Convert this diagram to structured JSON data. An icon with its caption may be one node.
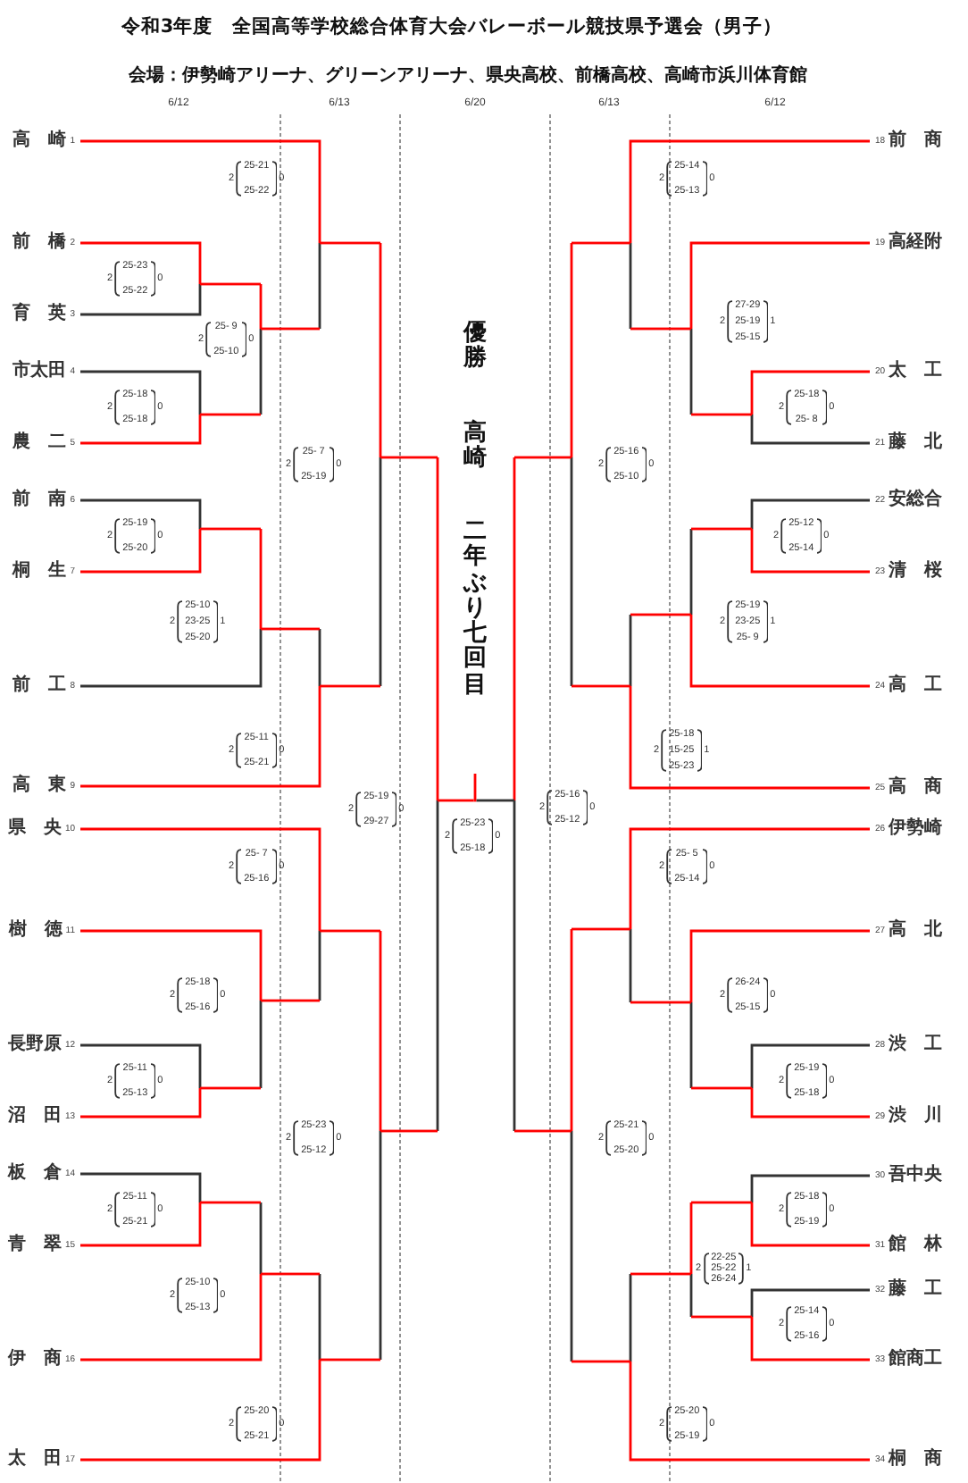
{
  "diagram": {
    "title": "令和3年度　全国高等学校総合体育大会バレーボール競技県予選会（男子）",
    "nodes": [
      {
        "text": [
          "高崎"
        ],
        "beside": [
          "1"
        ]
      },
      {
        "text": [
          "前橋"
        ],
        "beside": [
          "2"
        ]
      },
      {
        "text": [
          "育英"
        ],
        "beside": [
          "3"
        ]
      },
      {
        "text": [
          "市太田"
        ],
        "beside": [
          "4"
        ]
      },
      {
        "text": [
          "農二"
        ],
        "beside": [
          "5"
        ]
      },
      {
        "text": [
          "前南"
        ],
        "beside": [
          "6"
        ]
      },
      {
        "text": [
          "桐生"
        ],
        "beside": [
          "7"
        ]
      },
      {
        "text": [
          "前工"
        ],
        "beside": [
          "8"
        ]
      },
      {
        "text": [
          "高東"
        ],
        "beside": [
          "9"
        ]
      },
      {
        "text": [
          "県央"
        ],
        "beside": [
          "10"
        ]
      },
      {
        "text": [
          "樹徳"
        ],
        "beside": [
          "11"
        ]
      },
      {
        "text": [
          "長野原"
        ],
        "beside": [
          "12"
        ]
      },
      {
        "text": [
          "沼田"
        ],
        "beside": [
          "13"
        ]
      },
      {
        "text": [
          "板倉"
        ],
        "beside": [
          "14"
        ]
      },
      {
        "text": [
          "青翠"
        ],
        "beside": [
          "15"
        ]
      },
      {
        "text": [
          "伊商"
        ],
        "beside": [
          "16"
        ]
      },
      {
        "text": [
          "太田"
        ],
        "beside": [
          "17"
        ]
      },
      {
        "text": [
          "前商"
        ],
        "beside": [
          "18"
        ]
      },
      {
        "text": [
          "高経附"
        ],
        "beside": [
          "19"
        ]
      },
      {
        "text": [
          "太工"
        ],
        "beside": [
          "20"
        ]
      },
      {
        "text": [
          "藤北"
        ],
        "beside": [
          "21"
        ]
      },
      {
        "text": [
          "安総合"
        ],
        "beside": [
          "22"
        ]
      },
      {
        "text": [
          "清桜"
        ],
        "beside": [
          "23"
        ]
      },
      {
        "text": [
          "高工"
        ],
        "beside": [
          "24"
        ]
      },
      {
        "text": [
          "高商"
        ],
        "beside": [
          "25"
        ]
      },
      {
        "text": [
          "伊勢崎"
        ],
        "beside": [
          "26"
        ]
      },
      {
        "text": [
          "高北"
        ],
        "beside": [
          "27"
        ]
      },
      {
        "text": [
          "渋工"
        ],
        "beside": [
          "28"
        ]
      },
      {
        "text": [
          "渋川"
        ],
        "beside": [
          "29"
        ]
      },
      {
        "text": [
          "吾中央"
        ],
        "beside": [
          "30"
        ]
      },
      {
        "text": [
          "館林"
        ],
        "beside": [
          "31"
        ]
      },
      {
        "text": [
          "藤工"
        ],
        "beside": [
          "32"
        ]
      },
      {
        "text": [
          "館商工"
        ],
        "beside": [
          "33"
        ]
      },
      {
        "text": [
          "桐商"
        ],
        "beside": [
          "34"
        ]
      },
      {
        "text": [],
        "shape": "bar",
        "beside": [
          "2",
          "25-23",
          "25-22",
          "0"
        ]
      },
      {
        "text": [],
        "shape": "bar",
        "beside": [
          "2",
          "25-18",
          "25-18",
          "0"
        ]
      },
      {
        "text": [],
        "shape": "bar",
        "beside": [
          "2",
          "25-19",
          "25-20",
          "0"
        ]
      },
      {
        "text": [],
        "shape": "bar",
        "beside": [
          "2",
          "25-11",
          "25-13",
          "0"
        ]
      },
      {
        "text": [],
        "shape": "bar",
        "beside": [
          "2",
          "25-11",
          "25-21",
          "0"
        ]
      },
      {
        "text": [],
        "shape": "bar",
        "beside": [
          "2",
          "25- 9",
          "25-10",
          "0"
        ]
      },
      {
        "text": [],
        "shape": "bar",
        "beside": [
          "2",
          "25-10",
          "23-25",
          "25-20",
          "1"
        ]
      },
      {
        "text": [],
        "shape": "bar",
        "beside": [
          "2",
          "25-18",
          "25-16",
          "0"
        ]
      },
      {
        "text": [],
        "shape": "bar",
        "beside": [
          "2",
          "25-10",
          "25-13",
          "0"
        ]
      },
      {
        "text": [],
        "shape": "bar",
        "beside": [
          "2",
          "25-21",
          "25-22",
          "0"
        ]
      },
      {
        "text": [],
        "shape": "bar",
        "beside": [
          "2",
          "25-11",
          "25-21",
          "0"
        ]
      },
      {
        "text": [],
        "shape": "bar",
        "beside": [
          "2",
          "25- 7",
          "25-16",
          "0"
        ]
      },
      {
        "text": [],
        "shape": "bar",
        "beside": [
          "2",
          "25-20",
          "25-21",
          "0"
        ]
      },
      {
        "text": [],
        "shape": "bar",
        "beside": [
          "2",
          "25- 7",
          "25-19",
          "0"
        ]
      },
      {
        "text": [],
        "shape": "bar",
        "beside": [
          "2",
          "25-23",
          "25-12",
          "0"
        ]
      },
      {
        "text": [],
        "shape": "bar",
        "beside": [
          "2",
          "25-19",
          "29-27",
          "0"
        ]
      },
      {
        "text": [],
        "shape": "bar",
        "beside": [
          "2",
          "25-23",
          "25-18",
          "0"
        ]
      },
      {
        "text": [],
        "shape": "bar",
        "beside": [
          "2",
          "25-16",
          "25-12",
          "0"
        ]
      },
      {
        "text": [],
        "shape": "bar",
        "beside": [
          "2",
          "25-16",
          "25-10",
          "0"
        ]
      },
      {
        "text": [],
        "shape": "bar",
        "beside": [
          "2",
          "25-21",
          "25-20",
          "0"
        ]
      },
      {
        "text": [],
        "shape": "bar",
        "beside": [
          "2",
          "25-14",
          "25-13",
          "0"
        ]
      },
      {
        "text": [],
        "shape": "bar",
        "beside": [
          "2",
          "25-18",
          "15-25",
          "25-23",
          "1"
        ]
      },
      {
        "text": [],
        "shape": "bar",
        "beside": [
          "2",
          "25- 5",
          "25-14",
          "0"
        ]
      },
      {
        "text": [],
        "shape": "bar",
        "beside": [
          "2",
          "25-20",
          "25-19",
          "0"
        ]
      },
      {
        "text": [],
        "shape": "bar",
        "beside": [
          "2",
          "27-29",
          "25-19",
          "25-15",
          "1"
        ]
      },
      {
        "text": [],
        "shape": "bar",
        "beside": [
          "2",
          "25-19",
          "23-25",
          "25- 9",
          "1"
        ]
      },
      {
        "text": [],
        "shape": "bar",
        "beside": [
          "2",
          "26-24",
          "25-15",
          "0"
        ]
      },
      {
        "text": [],
        "shape": "bar",
        "beside": [
          "2",
          "22-25",
          "25-22",
          "26-24",
          "1"
        ]
      },
      {
        "text": [],
        "shape": "bar",
        "beside": [
          "2",
          "25-18",
          "25- 8",
          "0"
        ]
      },
      {
        "text": [],
        "shape": "bar",
        "beside": [
          "2",
          "25-12",
          "25-14",
          "0"
        ]
      },
      {
        "text": [],
        "shape": "bar",
        "beside": [
          "2",
          "25-19",
          "25-18",
          "0"
        ]
      },
      {
        "text": [],
        "shape": "bar",
        "beside": [
          "2",
          "25-18",
          "25-19",
          "0"
        ]
      },
      {
        "text": [],
        "shape": "bar",
        "beside": [
          "2",
          "25-14",
          "25-16",
          "0"
        ]
      }
    ],
    "edges": [
      {
        "from": 1,
        "to": 34,
        "arrow": "none",
        "color": "#ff0000"
      },
      {
        "from": 2,
        "to": 34,
        "arrow": "none",
        "color": "#333333"
      },
      {
        "from": 3,
        "to": 35,
        "arrow": "none",
        "color": "#333333"
      },
      {
        "from": 4,
        "to": 35,
        "arrow": "none",
        "color": "#ff0000"
      },
      {
        "from": 5,
        "to": 36,
        "arrow": "none",
        "color": "#333333"
      },
      {
        "from": 6,
        "to": 36,
        "arrow": "none",
        "color": "#ff0000"
      },
      {
        "from": 11,
        "to": 37,
        "arrow": "none",
        "color": "#333333"
      },
      {
        "from": 12,
        "to": 37,
        "arrow": "none",
        "color": "#ff0000"
      },
      {
        "from": 13,
        "to": 38,
        "arrow": "none",
        "color": "#333333"
      },
      {
        "from": 14,
        "to": 38,
        "arrow": "none",
        "color": "#ff0000"
      },
      {
        "from": 34,
        "to": 39,
        "arrow": "none",
        "color": "#ff0000"
      },
      {
        "from": 35,
        "to": 39,
        "arrow": "none",
        "color": "#333333"
      },
      {
        "from": 36,
        "to": 40,
        "arrow": "none",
        "color": "#ff0000"
      },
      {
        "from": 7,
        "to": 40,
        "arrow": "none",
        "color": "#333333"
      },
      {
        "from": 10,
        "to": 41,
        "arrow": "none",
        "color": "#ff0000"
      },
      {
        "from": 37,
        "to": 41,
        "arrow": "none",
        "color": "#333333"
      },
      {
        "from": 38,
        "to": 42,
        "arrow": "none",
        "color": "#333333"
      },
      {
        "from": 15,
        "to": 42,
        "arrow": "none",
        "color": "#ff0000"
      },
      {
        "from": 0,
        "to": 43,
        "arrow": "none",
        "color": "#ff0000"
      },
      {
        "from": 39,
        "to": 43,
        "arrow": "none",
        "color": "#333333"
      },
      {
        "from": 40,
        "to": 44,
        "arrow": "none",
        "color": "#333333"
      },
      {
        "from": 8,
        "to": 44,
        "arrow": "none",
        "color": "#ff0000"
      },
      {
        "from": 9,
        "to": 45,
        "arrow": "none",
        "color": "#ff0000"
      },
      {
        "from": 41,
        "to": 45,
        "arrow": "none",
        "color": "#333333"
      },
      {
        "from": 42,
        "to": 46,
        "arrow": "none",
        "color": "#333333"
      },
      {
        "from": 16,
        "to": 46,
        "arrow": "none",
        "color": "#ff0000"
      },
      {
        "from": 43,
        "to": 47,
        "arrow": "none",
        "color": "#ff0000"
      },
      {
        "from": 44,
        "to": 47,
        "arrow": "none",
        "color": "#333333"
      },
      {
        "from": 45,
        "to": 48,
        "arrow": "none",
        "color": "#ff0000"
      },
      {
        "from": 46,
        "to": 48,
        "arrow": "none",
        "color": "#333333"
      },
      {
        "from": 47,
        "to": 49,
        "arrow": "none",
        "color": "#ff0000"
      },
      {
        "from": 48,
        "to": 49,
        "arrow": "none",
        "color": "#333333"
      },
      {
        "from": 49,
        "to": 50,
        "arrow": "none",
        "color": "#ff0000"
      },
      {
        "from": 51,
        "to": 50,
        "arrow": "none",
        "color": "#333333"
      },
      {
        "from": 52,
        "to": 51,
        "arrow": "none",
        "color": "#ff0000"
      },
      {
        "from": 53,
        "to": 51,
        "arrow": "none",
        "color": "#333333"
      },
      {
        "from": 54,
        "to": 52,
        "arrow": "none",
        "color": "#ff0000"
      },
      {
        "from": 55,
        "to": 52,
        "arrow": "none",
        "color": "#333333"
      },
      {
        "from": 56,
        "to": 53,
        "arrow": "none",
        "color": "#ff0000"
      },
      {
        "from": 57,
        "to": 53,
        "arrow": "none",
        "color": "#333333"
      },
      {
        "from": 17,
        "to": 54,
        "arrow": "none",
        "color": "#ff0000"
      },
      {
        "from": 58,
        "to": 54,
        "arrow": "none",
        "color": "#333333"
      },
      {
        "from": 59,
        "to": 55,
        "arrow": "none",
        "color": "#333333"
      },
      {
        "from": 24,
        "to": 55,
        "arrow": "none",
        "color": "#ff0000"
      },
      {
        "from": 25,
        "to": 56,
        "arrow": "none",
        "color": "#ff0000"
      },
      {
        "from": 60,
        "to": 56,
        "arrow": "none",
        "color": "#333333"
      },
      {
        "from": 61,
        "to": 57,
        "arrow": "none",
        "color": "#333333"
      },
      {
        "from": 33,
        "to": 57,
        "arrow": "none",
        "color": "#ff0000"
      },
      {
        "from": 18,
        "to": 58,
        "arrow": "none",
        "color": "#ff0000"
      },
      {
        "from": 62,
        "to": 58,
        "arrow": "none",
        "color": "#333333"
      },
      {
        "from": 63,
        "to": 59,
        "arrow": "none",
        "color": "#333333"
      },
      {
        "from": 23,
        "to": 59,
        "arrow": "none",
        "color": "#ff0000"
      },
      {
        "from": 26,
        "to": 60,
        "arrow": "none",
        "color": "#ff0000"
      },
      {
        "from": 64,
        "to": 60,
        "arrow": "none",
        "color": "#333333"
      },
      {
        "from": 65,
        "to": 61,
        "arrow": "none",
        "color": "#ff0000"
      },
      {
        "from": 66,
        "to": 61,
        "arrow": "none",
        "color": "#333333"
      },
      {
        "from": 19,
        "to": 62,
        "arrow": "none",
        "color": "#ff0000"
      },
      {
        "from": 20,
        "to": 62,
        "arrow": "none",
        "color": "#333333"
      },
      {
        "from": 21,
        "to": 63,
        "arrow": "none",
        "color": "#333333"
      },
      {
        "from": 22,
        "to": 63,
        "arrow": "none",
        "color": "#ff0000"
      },
      {
        "from": 27,
        "to": 64,
        "arrow": "none",
        "color": "#333333"
      },
      {
        "from": 28,
        "to": 64,
        "arrow": "none",
        "color": "#ff0000"
      },
      {
        "from": 29,
        "to": 65,
        "arrow": "none",
        "color": "#333333"
      },
      {
        "from": 30,
        "to": 65,
        "arrow": "none",
        "color": "#ff0000"
      },
      {
        "from": 31,
        "to": 66,
        "arrow": "none",
        "color": "#333333"
      },
      {
        "from": 32,
        "to": 66,
        "arrow": "none",
        "color": "#ff0000"
      }
    ],
    "labels": [
      "会場：伊勢崎アリーナ、グリーンアリーナ、県央高校、前橋高校、高崎市浜川体育館",
      "6/12",
      "6/13",
      "6/20",
      "6/13",
      "6/12",
      "優勝",
      "高崎",
      "二年ぶり七回目"
    ]
  }
}
